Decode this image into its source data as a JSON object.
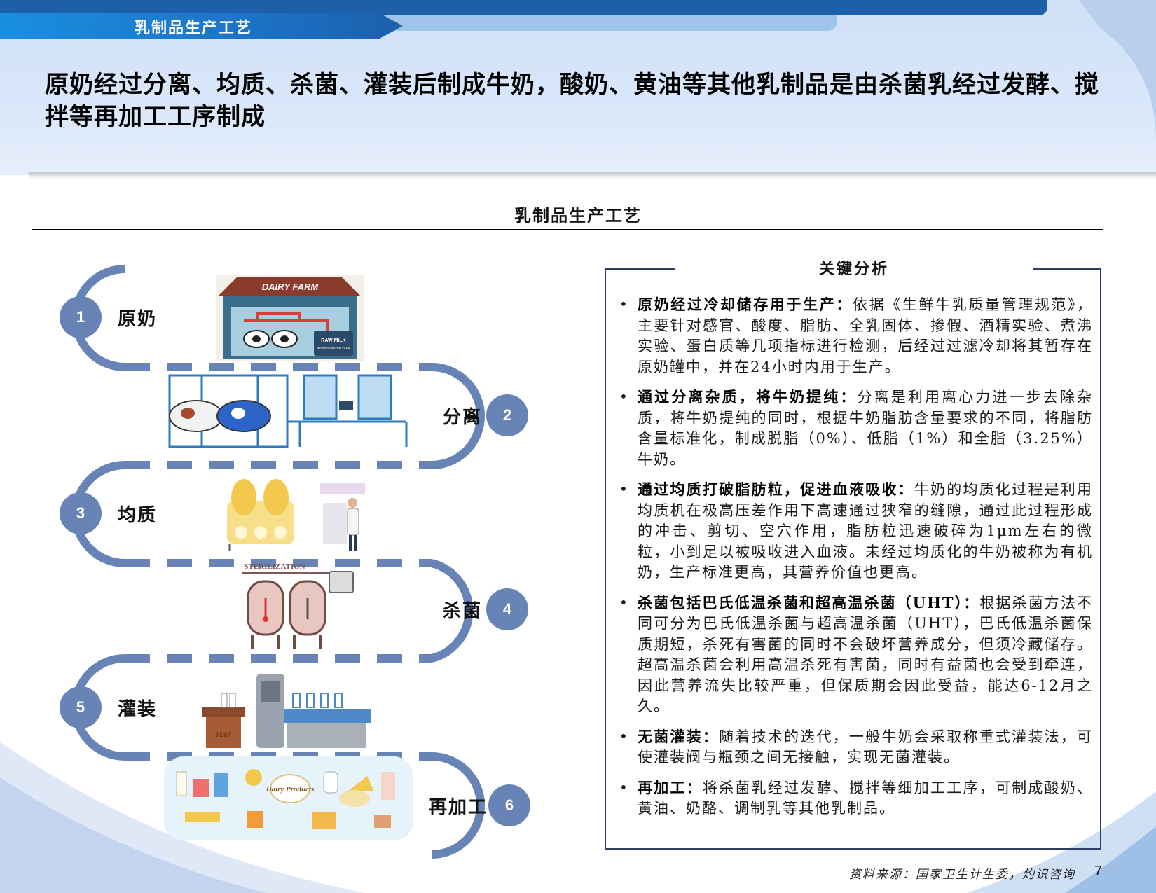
{
  "header": {
    "tag": "乳制品生产工艺",
    "headline": "原奶经过分离、均质、杀菌、灌装后制成牛奶，酸奶、黄油等其他乳制品是由杀菌乳经过发酵、搅拌等再加工工序制成"
  },
  "section_title": "乳制品生产工艺",
  "flow": {
    "steps": [
      {
        "num": "1",
        "label": "原奶"
      },
      {
        "num": "2",
        "label": "分离"
      },
      {
        "num": "3",
        "label": "均质"
      },
      {
        "num": "4",
        "label": "杀菌"
      },
      {
        "num": "5",
        "label": "灌装"
      },
      {
        "num": "6",
        "label": "再加工"
      }
    ],
    "illustration_text": {
      "farm": "DAIRY FARM",
      "tank": "RAW MILK",
      "tank_sub": "REFRIGERATED TANK",
      "sterilization": "STERILIZATION",
      "test": "TEST",
      "products": "Dairy Products"
    }
  },
  "analysis": {
    "title": "关键分析",
    "items": [
      {
        "lead": "原奶经过冷却储存用于生产：",
        "text": "依据《生鲜牛乳质量管理规范》，主要针对感官、酸度、脂肪、全乳固体、掺假、酒精实验、煮沸实验、蛋白质等几项指标进行检测，后经过过滤冷却将其暂存在原奶罐中，并在24小时内用于生产。"
      },
      {
        "lead": "通过分离杂质，将牛奶提纯：",
        "text": "分离是利用离心力进一步去除杂质，将牛奶提纯的同时，根据牛奶脂肪含量要求的不同，将脂肪含量标准化，制成脱脂（0%）、低脂（1%）和全脂（3.25%）牛奶。"
      },
      {
        "lead": "通过均质打破脂肪粒，促进血液吸收：",
        "text": "牛奶的均质化过程是利用均质机在极高压差作用下高速通过狭窄的缝隙，通过此过程形成的冲击、剪切、空穴作用，脂肪粒迅速破碎为1μm左右的微粒，小到足以被吸收进入血液。未经过均质化的牛奶被称为有机奶，生产标准更高，其营养价值也更高。"
      },
      {
        "lead": "杀菌包括巴氏低温杀菌和超高温杀菌（UHT）：",
        "text": "根据杀菌方法不同可分为巴氏低温杀菌与超高温杀菌（UHT），巴氏低温杀菌保质期短，杀死有害菌的同时不会破坏营养成分，但须冷藏储存。超高温杀菌会利用高温杀死有害菌，同时有益菌也会受到牵连，因此营养流失比较严重，但保质期会因此受益，能达6-12月之久。"
      },
      {
        "lead": "无菌灌装：",
        "text": "随着技术的迭代，一般牛奶会采取称重式灌装法，可使灌装阀与瓶颈之间无接触，实现无菌灌装。"
      },
      {
        "lead": "再加工：",
        "text": "将杀菌乳经过发酵、搅拌等细加工工序，可制成酸奶、黄油、奶酪、调制乳等其他乳制品。"
      }
    ]
  },
  "footer": {
    "source": "资料来源：国家卫生计生委，灼识咨询",
    "page": "7"
  },
  "colors": {
    "accent_blue": "#1d5fa9",
    "step_blue": "#6884b6",
    "panel_border": "#2d3e66"
  }
}
